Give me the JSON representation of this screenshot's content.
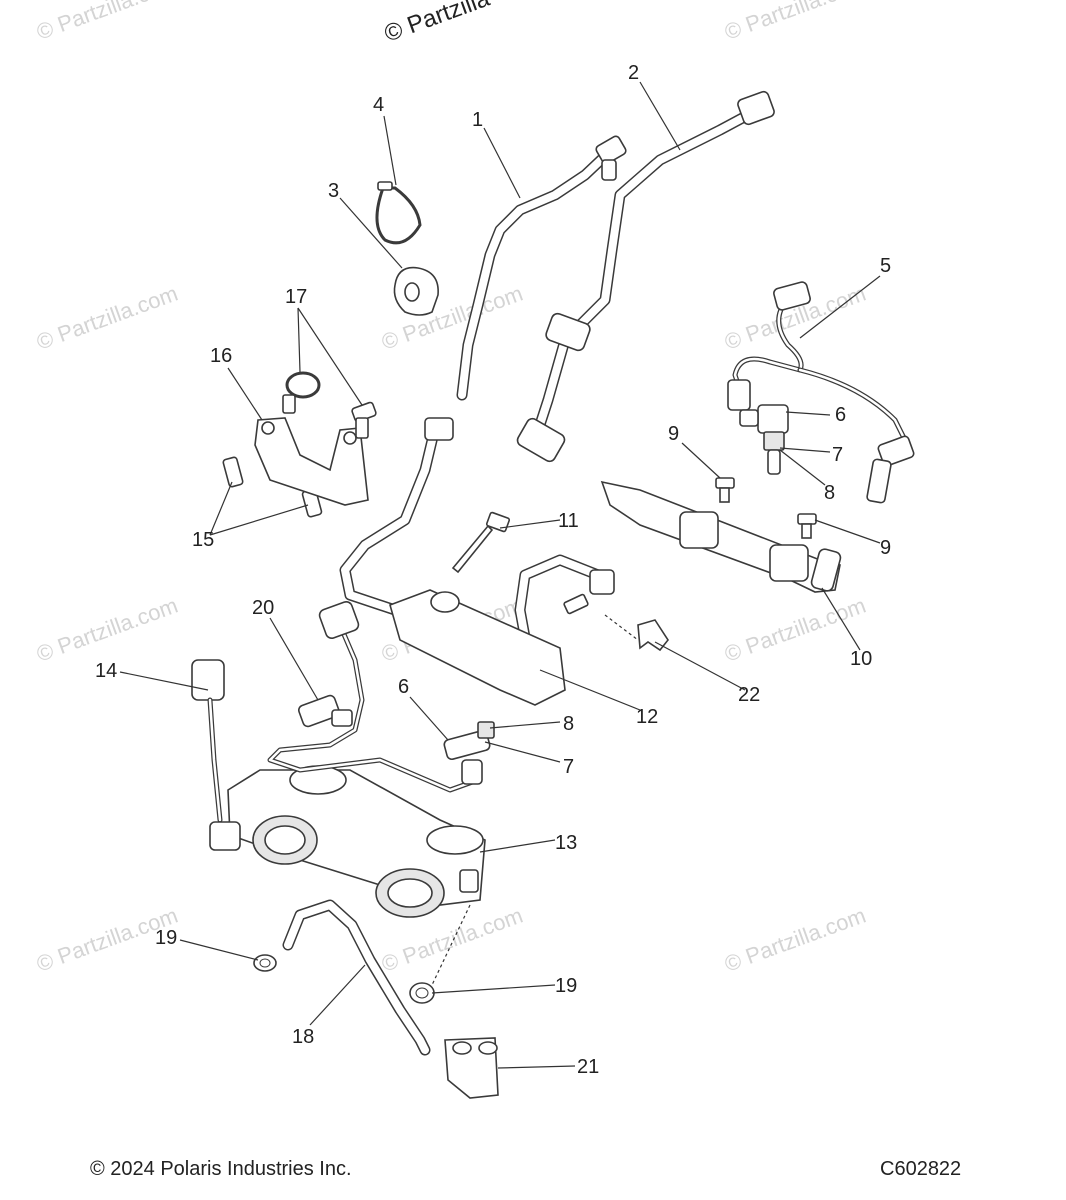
{
  "watermark": {
    "top_text": "© Partzilla",
    "text": "© Partzilla.com"
  },
  "callouts": {
    "c1": "1",
    "c2": "2",
    "c3": "3",
    "c4": "4",
    "c5": "5",
    "c6a": "6",
    "c6b": "6",
    "c7a": "7",
    "c7b": "7",
    "c8a": "8",
    "c8b": "8",
    "c9a": "9",
    "c9b": "9",
    "c10": "10",
    "c11": "11",
    "c12": "12",
    "c13": "13",
    "c14": "14",
    "c15": "15",
    "c16": "16",
    "c17": "17",
    "c18": "18",
    "c19a": "19",
    "c19b": "19",
    "c20": "20",
    "c21": "21",
    "c22": "22"
  },
  "footer": {
    "copyright": "© 2024 Polaris Industries Inc.",
    "diagram_code": "C602822"
  }
}
